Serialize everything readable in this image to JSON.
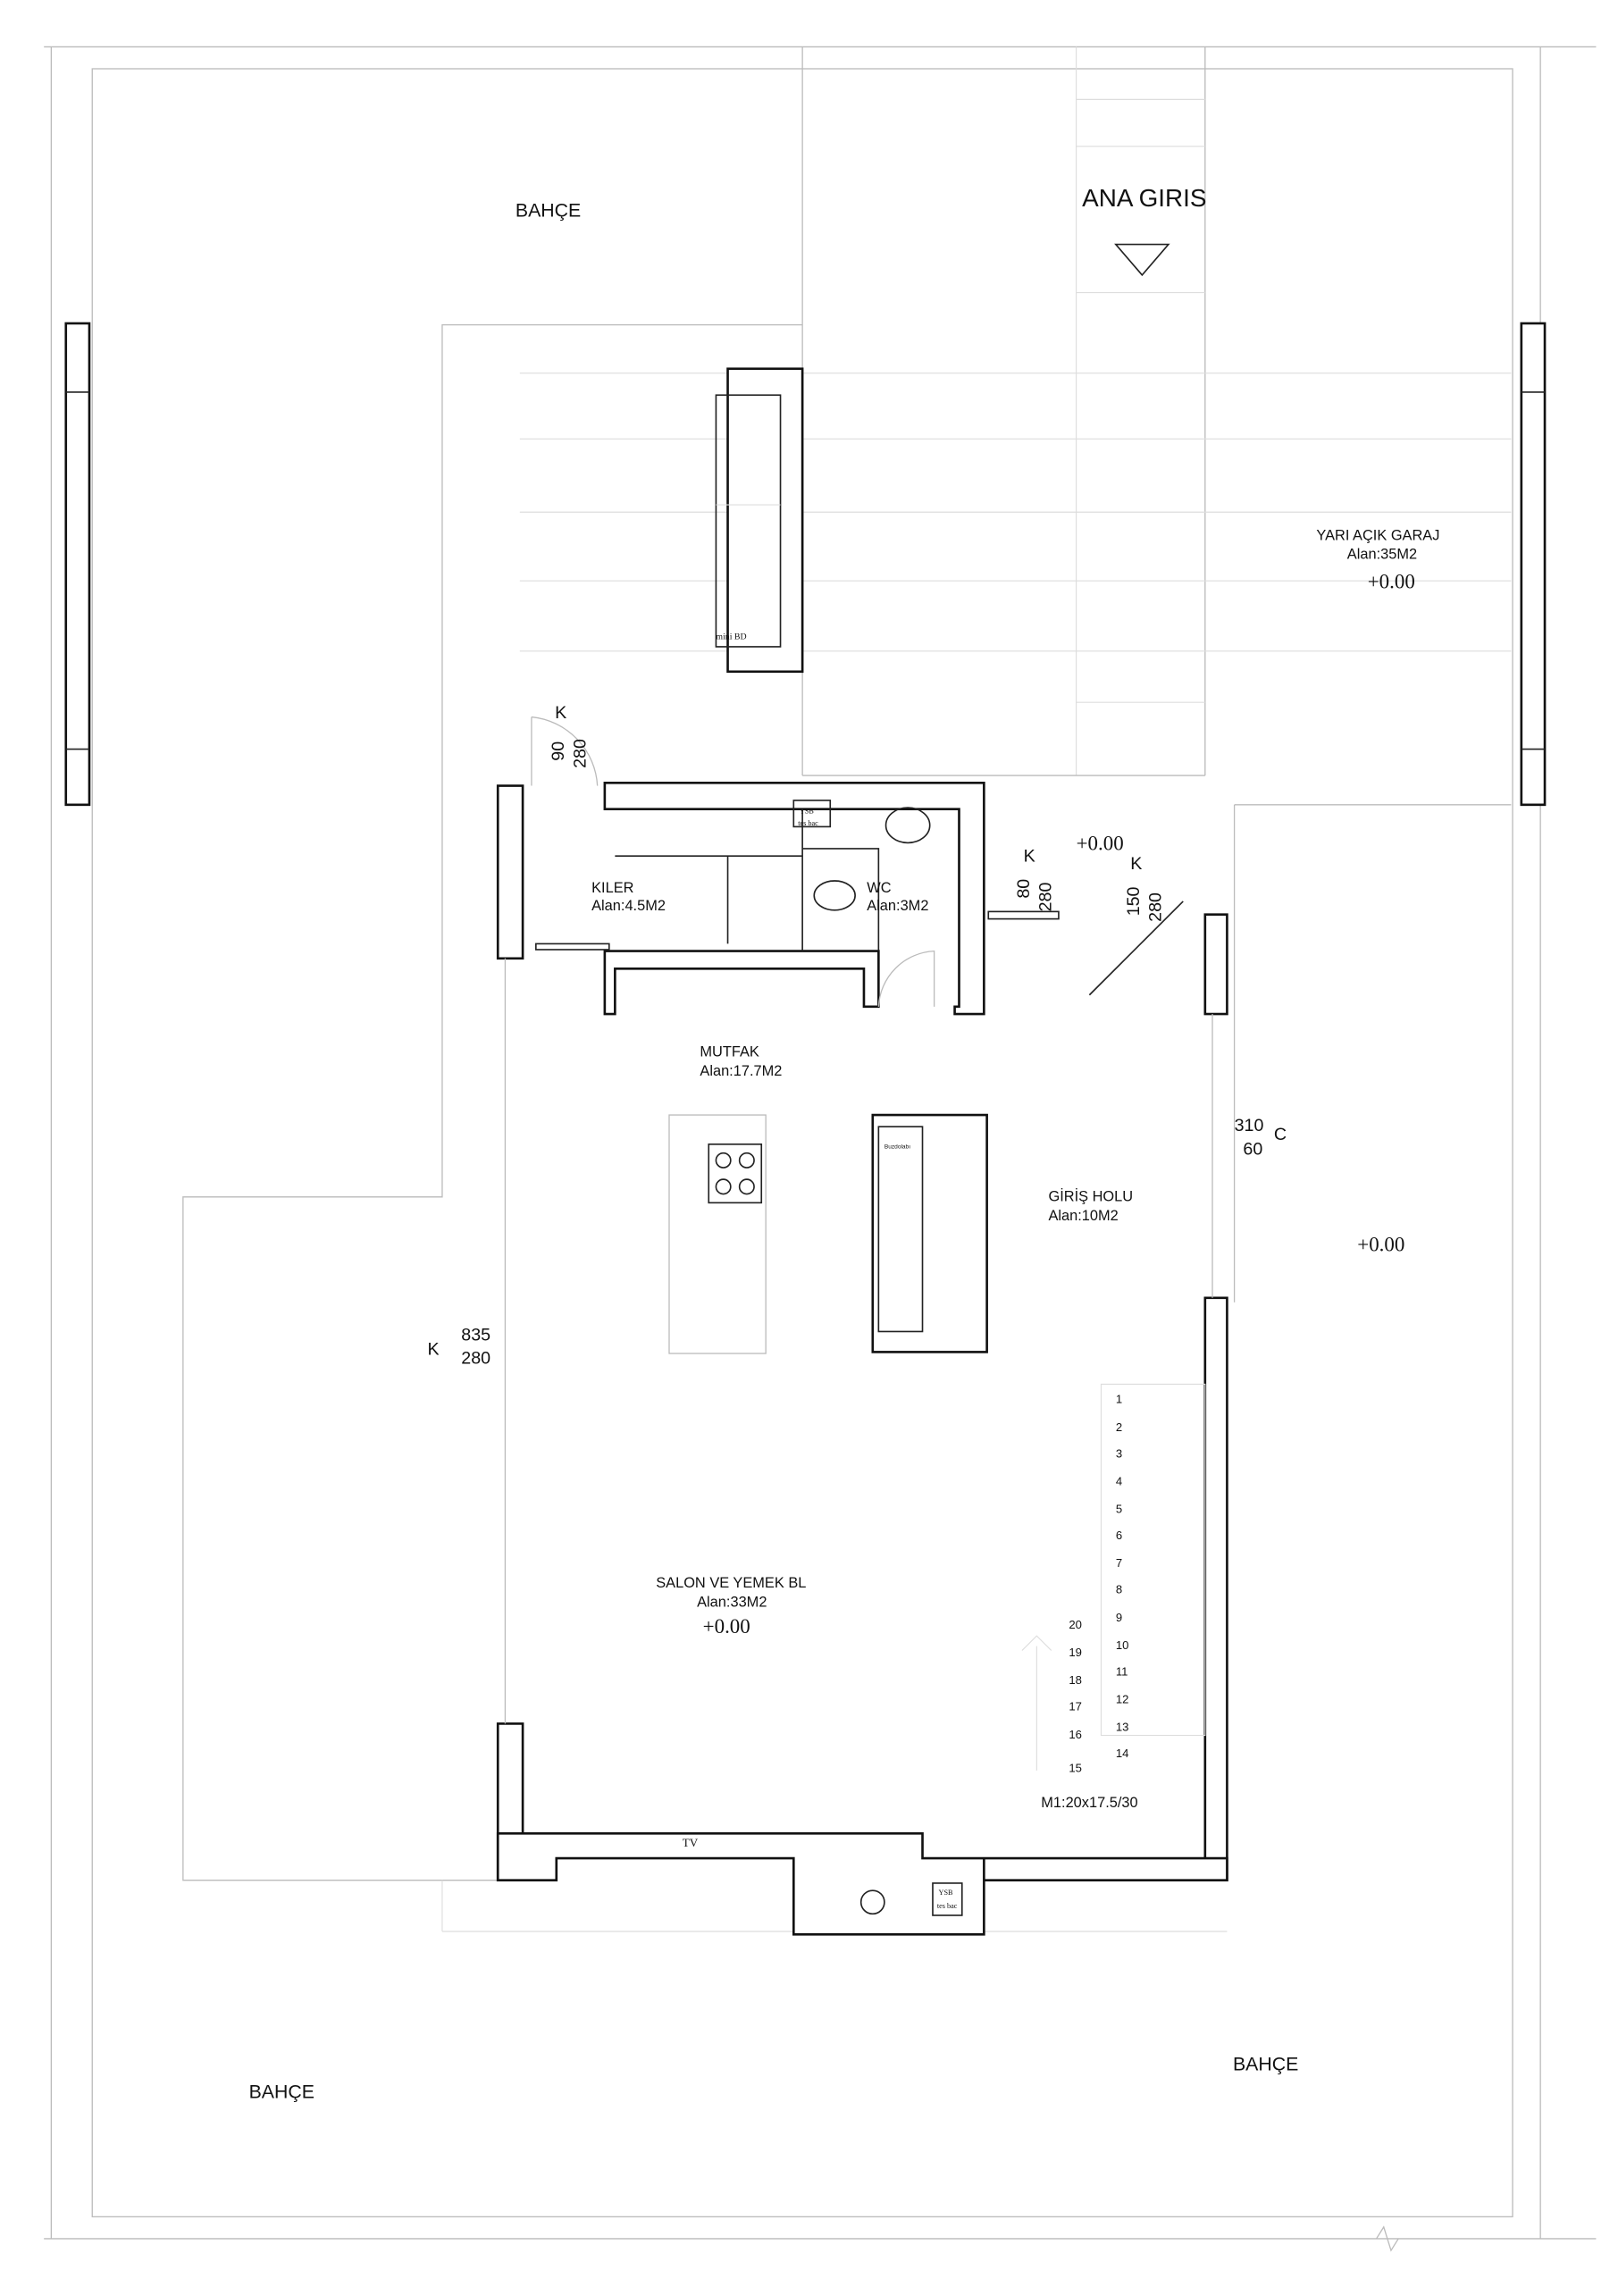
{
  "rooms": {
    "garden_top": "BAHÇE",
    "garden_bottom_left": "BAHÇE",
    "garden_bottom_right": "BAHÇE",
    "main_entrance": "ANA GIRIS",
    "garage": {
      "name": "YARI AÇIK GARAJ",
      "area": "Alan:35M2",
      "level": "+0.00"
    },
    "kiler": {
      "name": "KILER",
      "area": "Alan:4.5M2"
    },
    "wc": {
      "name": "WC",
      "area": "Alan:3M2"
    },
    "mutfak": {
      "name": "MUTFAK",
      "area": "Alan:17.7M2"
    },
    "giris_holu": {
      "name": "GİRİŞ HOLU",
      "area": "Alan:10M2"
    },
    "salon": {
      "name": "SALON VE YEMEK BL",
      "area": "Alan:33M2",
      "level": "+0.00"
    }
  },
  "levels": {
    "entry": "+0.00",
    "right_yard": "+0.00"
  },
  "fixtures": {
    "mini_bd": "mini BD",
    "ysb_top": "YSB",
    "tes_bac_top": "tes bac",
    "ysb_bottom": "YSB",
    "tes_bac_bottom": "tes bac",
    "tv": "TV",
    "buzdolabi": "Buzdolabı"
  },
  "openings": [
    {
      "type": "K",
      "width": "90",
      "height": "280"
    },
    {
      "type": "K",
      "width": "80",
      "height": "280"
    },
    {
      "type": "K",
      "width": "150",
      "height": "280"
    },
    {
      "type": "C",
      "width": "310",
      "height": "60"
    },
    {
      "type": "K",
      "width": "835",
      "height": "280"
    }
  ],
  "stairs": {
    "steps": [
      "1",
      "2",
      "3",
      "4",
      "5",
      "6",
      "7",
      "8",
      "9",
      "10",
      "11",
      "12",
      "13",
      "14",
      "15",
      "16",
      "17",
      "18",
      "19",
      "20"
    ],
    "spec": "M1:20x17.5/30"
  }
}
